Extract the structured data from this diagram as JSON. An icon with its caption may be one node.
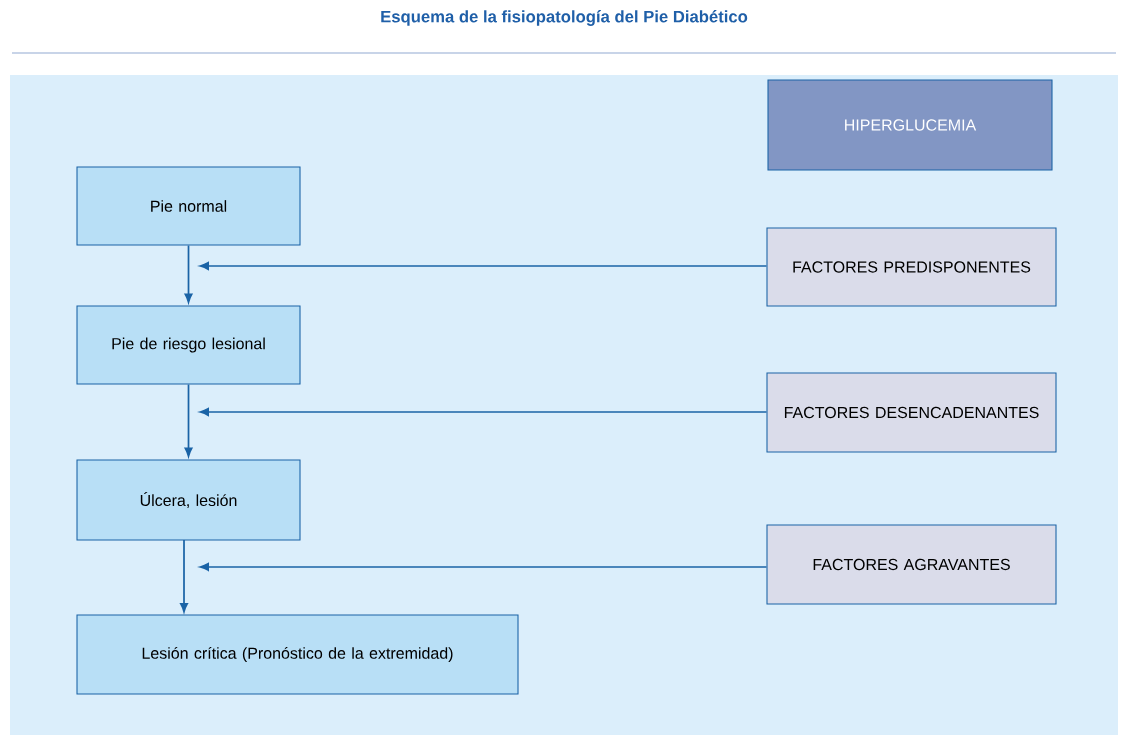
{
  "diagram": {
    "title": "Esquema de la fisiopatología del Pie Diabético",
    "nodes": [
      {
        "text": [
          "Pie normal"
        ]
      },
      {
        "text": [
          "Pie de riesgo lesional"
        ]
      },
      {
        "text": [
          "Úlcera, lesión"
        ]
      },
      {
        "text": [
          "Lesión crítica (Pronóstico de la extremidad)"
        ]
      },
      {
        "text": [
          "HIPERGLUCEMIA"
        ]
      },
      {
        "text": [
          "FACTORES PREDISPONENTES"
        ]
      },
      {
        "text": [
          "FACTORES DESENCADENANTES"
        ]
      },
      {
        "text": [
          "FACTORES AGRAVANTES"
        ]
      }
    ],
    "edges": [
      {
        "from": 0,
        "to": 1,
        "arrow": "to"
      },
      {
        "from": 1,
        "to": 2,
        "arrow": "to"
      },
      {
        "from": 2,
        "to": 3,
        "arrow": "to"
      },
      {
        "from": 5,
        "to": null,
        "arrow": "to"
      },
      {
        "from": 6,
        "to": null,
        "arrow": "to"
      },
      {
        "from": 7,
        "to": null,
        "arrow": "to"
      }
    ]
  }
}
